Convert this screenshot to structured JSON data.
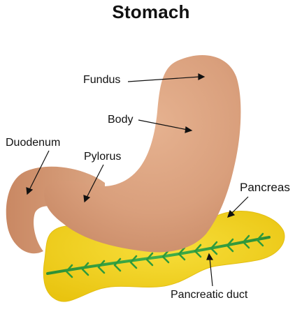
{
  "title": "Stomach",
  "labels": {
    "fundus": "Fundus",
    "body": "Body",
    "duodenum": "Duodenum",
    "pylorus": "Pylorus",
    "pancreas": "Pancreas",
    "pancreatic_duct": "Pancreatic duct"
  },
  "colors": {
    "stomach": "#dca583",
    "pancreas": "#f2d21e",
    "duct": "#2e9a3c",
    "text": "#111111"
  }
}
